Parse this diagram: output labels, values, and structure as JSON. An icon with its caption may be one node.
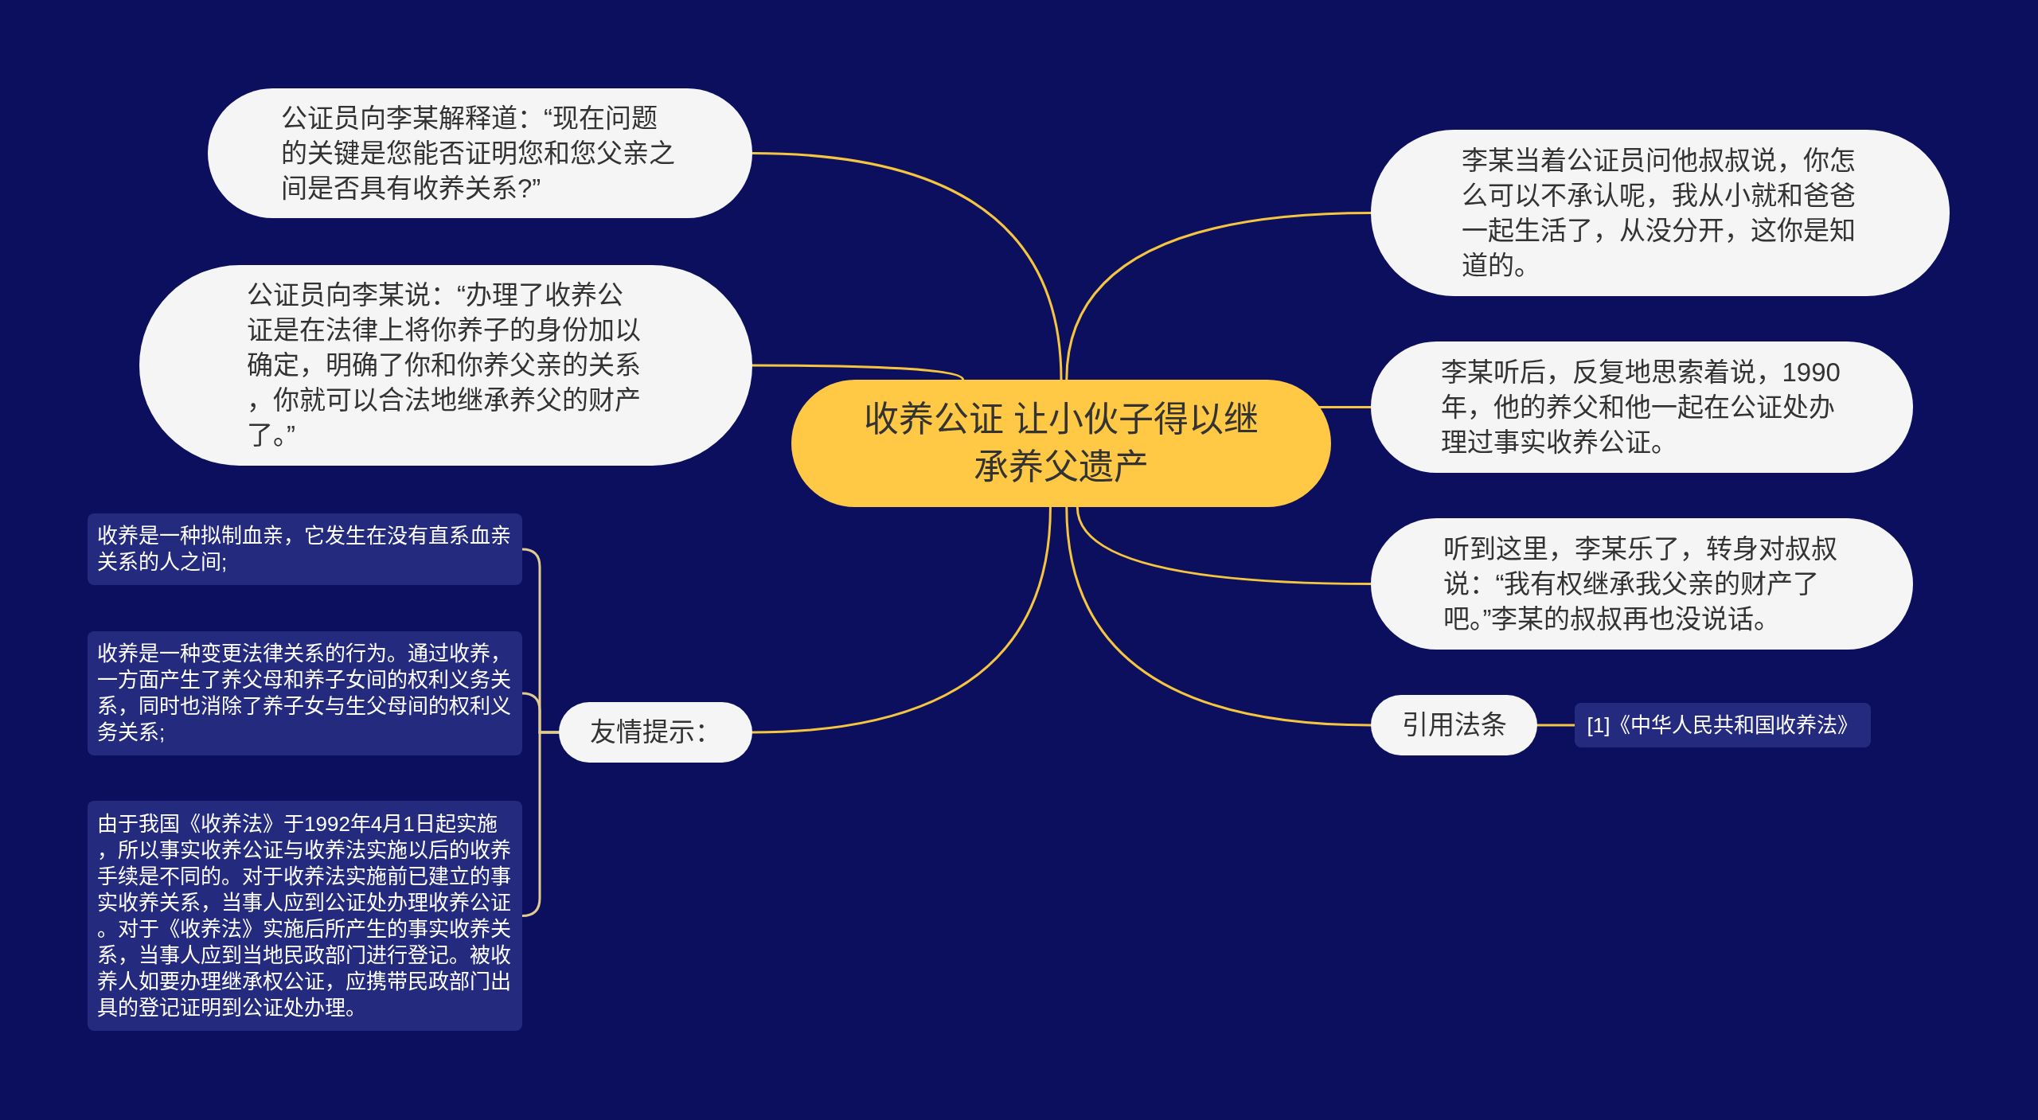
{
  "diagram": {
    "nodes": [
      {
        "text": [
          "收养公证 让小伙子得以继承养父遗产"
        ]
      },
      {
        "text": [
          "公证员向李某解释道：“现在问题的关键是您能否证明您和您父亲之间是否具有收养关系?”"
        ]
      },
      {
        "text": [
          "公证员向李某说：“办理了收养公证是在法律上将你养子的身份加以确定，明确了你和你养父亲的关系，你就可以合法地继承养父的财产了。”"
        ]
      },
      {
        "text": [
          "友情提示："
        ]
      },
      {
        "text": [
          "收养是一种拟制血亲，它发生在没有直系血亲关系的人之间;"
        ]
      },
      {
        "text": [
          "收养是一种变更法律关系的行为。通过收养，一方面产生了养父母和养子女间的权利义务关系，同时也消除了养子女与生父母间的权利义务关系;"
        ]
      },
      {
        "text": [
          "由于我国《收养法》于1992年4月1日起实施，所以事实收养公证与收养法实施以后的收养手续是不同的。对于收养法实施前已建立的事实收养关系，当事人应到公证处办理收养公证。对于《收养法》实施后所产生的事实收养关系，当事人应到当地民政部门进行登记。被收养人如要办理继承权公证，应携带民政部门出具的登记证明到公证处办理。"
        ]
      },
      {
        "text": [
          "李某当着公证员问他叔叔说，你怎么可以不承认呢，我从小就和爸爸一起生活了，从没分开，这你是知道的。"
        ]
      },
      {
        "text": [
          "李某听后，反复地思索着说，1990年，他的养父和他一起在公证处办理过事实收养公证。"
        ]
      },
      {
        "text": [
          "听到这里，李某乐了，转身对叔叔说：“我有权继承我父亲的财产了吧。”李某的叔叔再也没说话。"
        ]
      },
      {
        "text": [
          "引用法条"
        ]
      },
      {
        "text": [
          "[1]《中华人民共和国收养法》"
        ]
      }
    ],
    "edges": [
      {
        "from": 0,
        "to": 1,
        "arrow": "none"
      },
      {
        "from": 0,
        "to": 2,
        "arrow": "none"
      },
      {
        "from": 0,
        "to": 3,
        "arrow": "none"
      },
      {
        "from": 3,
        "to": 4,
        "arrow": "none",
        "color": "#e2cb8e"
      },
      {
        "from": 3,
        "to": 5,
        "arrow": "none",
        "color": "#e2cb8e"
      },
      {
        "from": 3,
        "to": 6,
        "arrow": "none",
        "color": "#e2cb8e"
      },
      {
        "from": 0,
        "to": 7,
        "arrow": "none"
      },
      {
        "from": 0,
        "to": 8,
        "arrow": "none"
      },
      {
        "from": 0,
        "to": 9,
        "arrow": "none"
      },
      {
        "from": 0,
        "to": 10,
        "arrow": "none"
      },
      {
        "from": 10,
        "to": 11,
        "arrow": "none"
      }
    ]
  }
}
